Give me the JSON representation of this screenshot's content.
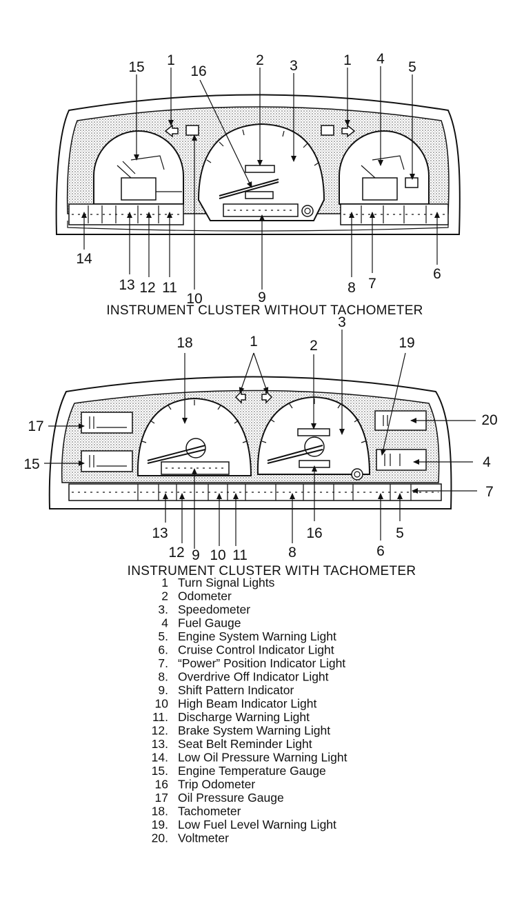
{
  "captions": {
    "top": "INSTRUMENT CLUSTER WITHOUT TACHOMETER",
    "bottom": "INSTRUMENT CLUSTER WITH TACHOMETER"
  },
  "top_callouts": [
    "15",
    "1",
    "16",
    "2",
    "3",
    "1",
    "4",
    "5",
    "14",
    "13",
    "12",
    "11",
    "10",
    "9",
    "8",
    "7",
    "6"
  ],
  "bottom_callouts": [
    "3",
    "18",
    "1",
    "2",
    "19",
    "17",
    "20",
    "15",
    "4",
    "7",
    "13",
    "16",
    "5",
    "12",
    "9",
    "10",
    "11",
    "8",
    "6"
  ],
  "legend": [
    {
      "num": "1",
      "label": "Turn Signal Lights"
    },
    {
      "num": "2",
      "label": "Odometer"
    },
    {
      "num": "3.",
      "label": "Speedometer"
    },
    {
      "num": "4",
      "label": "Fuel Gauge"
    },
    {
      "num": "5.",
      "label": "Engine System Warning Light"
    },
    {
      "num": "6.",
      "label": "Cruise Control Indicator Light"
    },
    {
      "num": "7.",
      "label": "“Power” Position Indicator Light"
    },
    {
      "num": "8.",
      "label": "Overdrive Off Indicator Light"
    },
    {
      "num": "9.",
      "label": "Shift Pattern Indicator"
    },
    {
      "num": "10",
      "label": "High Beam Indicator Light"
    },
    {
      "num": "11.",
      "label": "Discharge Warning Light"
    },
    {
      "num": "12.",
      "label": "Brake System Warning Light"
    },
    {
      "num": "13.",
      "label": "Seat Belt Reminder Light"
    },
    {
      "num": "14.",
      "label": "Low Oil Pressure Warning Light"
    },
    {
      "num": "15.",
      "label": "Engine Temperature Gauge"
    },
    {
      "num": "16",
      "label": "Trip Odometer"
    },
    {
      "num": "17",
      "label": "Oil Pressure Gauge"
    },
    {
      "num": "18.",
      "label": "Tachometer"
    },
    {
      "num": "19.",
      "label": "Low Fuel Level Warning Light"
    },
    {
      "num": "20.",
      "label": "Voltmeter"
    }
  ]
}
